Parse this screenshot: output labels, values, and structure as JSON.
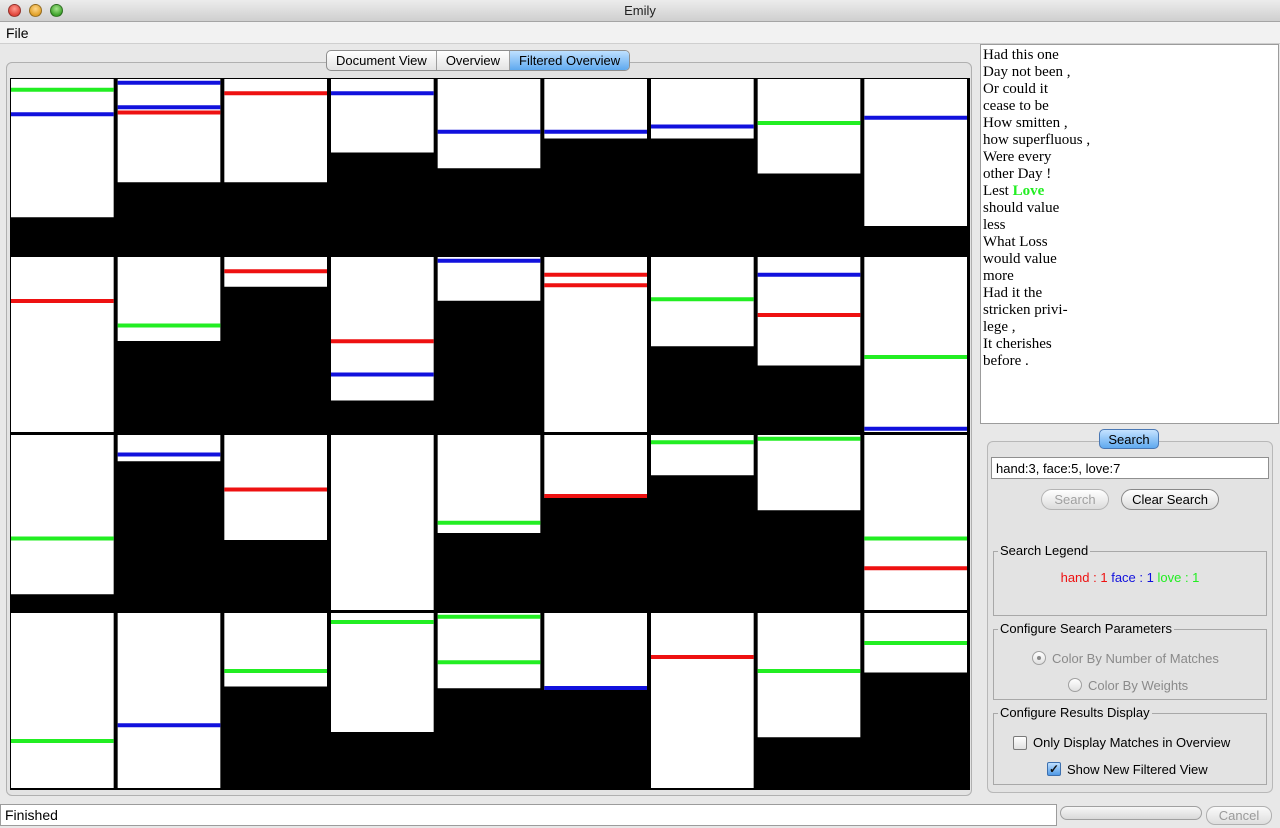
{
  "window": {
    "title": "Emily"
  },
  "menu": {
    "file": "File"
  },
  "tabs": [
    {
      "label": "Document View",
      "active": false
    },
    {
      "label": "Overview",
      "active": false
    },
    {
      "label": "Filtered Overview",
      "active": true
    }
  ],
  "text_pane": {
    "lines": [
      "Had this one",
      "Day not been ,",
      "Or could it",
      "cease to be",
      "How smitten ,",
      "how superfluous ,",
      "Were every",
      "other Day !",
      "Lest ",
      "should value",
      "less",
      "What Loss",
      "would value",
      "more",
      "Had it the",
      "stricken privi-",
      "lege ,",
      "It cherishes",
      "before ."
    ],
    "highlight_word": "Love",
    "highlight_color": "#22ee22"
  },
  "search": {
    "tab_label": "Search",
    "query": "hand:3, face:5, love:7",
    "search_button": "Search",
    "clear_button": "Clear Search",
    "legend_title": "Search Legend",
    "legend": [
      {
        "text": "hand : 1",
        "color": "#ee1111"
      },
      {
        "text": "face : 1",
        "color": "#1111dd"
      },
      {
        "text": "love : 1",
        "color": "#22ee22"
      }
    ],
    "params_title": "Configure Search Parameters",
    "color_by_matches": "Color By Number of Matches",
    "color_by_weights": "Color By Weights",
    "display_title": "Configure Results Display",
    "only_display": "Only Display Matches in Overview",
    "show_new_view": "Show New Filtered View"
  },
  "status": {
    "text": "Finished",
    "cancel": "Cancel"
  },
  "colors": {
    "hand": "#ee1111",
    "face": "#1111dd",
    "love": "#22ee22"
  },
  "overview": {
    "columns": 9,
    "rows": 4,
    "poems": [
      {
        "fill": 0.79,
        "marks": [
          [
            "love",
            0.05
          ],
          [
            "face",
            0.19
          ]
        ]
      },
      {
        "fill": 0.59,
        "marks": [
          [
            "face",
            0.01
          ],
          [
            "face",
            0.15
          ],
          [
            "hand",
            0.18
          ]
        ]
      },
      {
        "fill": 0.59,
        "marks": [
          [
            "hand",
            0.07
          ]
        ]
      },
      {
        "fill": 0.42,
        "marks": [
          [
            "face",
            0.07
          ]
        ]
      },
      {
        "fill": 0.51,
        "marks": [
          [
            "face",
            0.29
          ]
        ]
      },
      {
        "fill": 0.34,
        "marks": [
          [
            "face",
            0.29
          ]
        ]
      },
      {
        "fill": 0.34,
        "marks": [
          [
            "face",
            0.26
          ]
        ]
      },
      {
        "fill": 0.54,
        "marks": [
          [
            "love",
            0.24
          ]
        ]
      },
      {
        "fill": 0.84,
        "marks": [
          [
            "face",
            0.21
          ]
        ]
      },
      {
        "fill": 1.0,
        "marks": [
          [
            "hand",
            0.24
          ]
        ]
      },
      {
        "fill": 0.48,
        "marks": [
          [
            "love",
            0.38
          ]
        ]
      },
      {
        "fill": 0.17,
        "marks": [
          [
            "hand",
            0.07
          ]
        ]
      },
      {
        "fill": 0.82,
        "marks": [
          [
            "hand",
            0.47
          ],
          [
            "face",
            0.66
          ]
        ]
      },
      {
        "fill": 0.25,
        "marks": [
          [
            "face",
            0.01
          ]
        ]
      },
      {
        "fill": 1.0,
        "marks": [
          [
            "hand",
            0.09
          ],
          [
            "hand",
            0.15
          ]
        ]
      },
      {
        "fill": 0.51,
        "marks": [
          [
            "love",
            0.23
          ]
        ]
      },
      {
        "fill": 0.62,
        "marks": [
          [
            "face",
            0.09
          ],
          [
            "hand",
            0.32
          ]
        ]
      },
      {
        "fill": 1.0,
        "marks": [
          [
            "love",
            0.56
          ],
          [
            "face",
            0.97
          ]
        ]
      },
      {
        "fill": 0.91,
        "marks": [
          [
            "love",
            0.58
          ]
        ]
      },
      {
        "fill": 0.15,
        "marks": [
          [
            "face",
            0.1
          ]
        ]
      },
      {
        "fill": 0.6,
        "marks": [
          [
            "hand",
            0.3
          ]
        ]
      },
      {
        "fill": 1.0,
        "marks": []
      },
      {
        "fill": 0.56,
        "marks": [
          [
            "love",
            0.49
          ]
        ]
      },
      {
        "fill": 0.36,
        "marks": [
          [
            "hand",
            0.35
          ]
        ]
      },
      {
        "fill": 0.23,
        "marks": [
          [
            "love",
            0.03
          ]
        ]
      },
      {
        "fill": 0.43,
        "marks": [
          [
            "love",
            0.01
          ]
        ]
      },
      {
        "fill": 1.0,
        "marks": [
          [
            "love",
            0.58
          ],
          [
            "hand",
            0.75
          ]
        ]
      },
      {
        "fill": 1.0,
        "marks": [
          [
            "love",
            0.72
          ]
        ]
      },
      {
        "fill": 1.0,
        "marks": [
          [
            "face",
            0.63
          ]
        ]
      },
      {
        "fill": 0.42,
        "marks": [
          [
            "love",
            0.32
          ]
        ]
      },
      {
        "fill": 0.68,
        "marks": [
          [
            "love",
            0.04
          ]
        ]
      },
      {
        "fill": 0.43,
        "marks": [
          [
            "love",
            0.01
          ],
          [
            "love",
            0.27
          ]
        ]
      },
      {
        "fill": 0.44,
        "marks": [
          [
            "face",
            0.87
          ]
        ]
      },
      {
        "fill": 1.0,
        "marks": [
          [
            "hand",
            0.24
          ]
        ]
      },
      {
        "fill": 0.71,
        "marks": [
          [
            "love",
            0.32
          ]
        ]
      },
      {
        "fill": 0.34,
        "marks": [
          [
            "love",
            0.16
          ]
        ]
      }
    ]
  }
}
